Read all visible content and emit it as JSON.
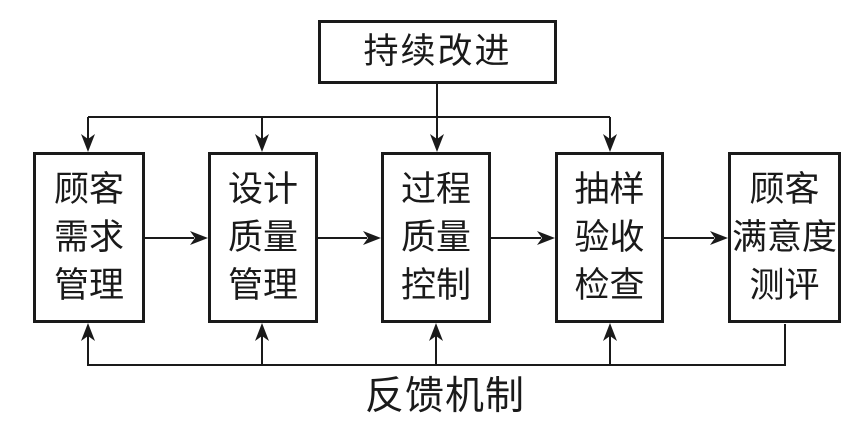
{
  "diagram": {
    "title_node": {
      "label": "持续改进"
    },
    "process_nodes": [
      {
        "id": "customer-demand-management",
        "label_lines": [
          "顾客",
          "需求",
          "管理"
        ]
      },
      {
        "id": "design-quality-management",
        "label_lines": [
          "设计",
          "质量",
          "管理"
        ]
      },
      {
        "id": "process-quality-control",
        "label_lines": [
          "过程",
          "质量",
          "控制"
        ]
      },
      {
        "id": "sampling-acceptance-inspection",
        "label_lines": [
          "抽样",
          "验收",
          "检查"
        ]
      },
      {
        "id": "customer-satisfaction-evaluation",
        "label_lines": [
          "顾客",
          "满意度",
          "测评"
        ]
      }
    ],
    "feedback_label": "反馈机制",
    "colors": {
      "line": "#1a1a1a",
      "text": "#1a1a1a",
      "background": "#ffffff"
    }
  }
}
